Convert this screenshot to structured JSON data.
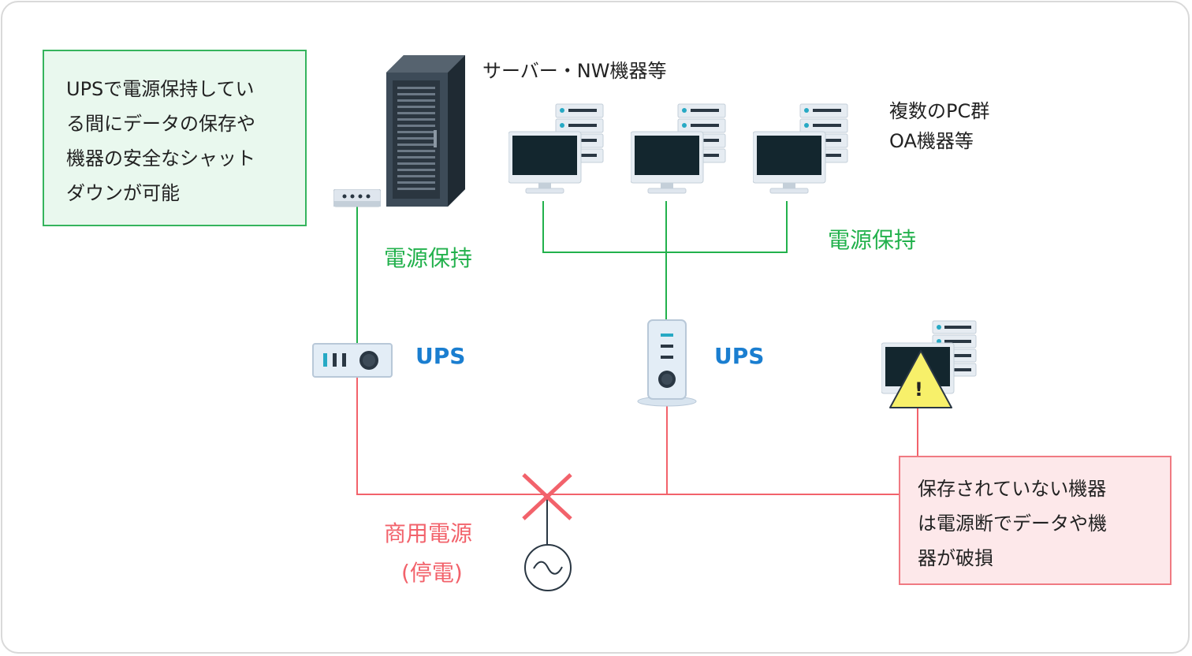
{
  "notes": {
    "ups_hold": [
      "UPSで電源保持してい",
      "る間にデータの保存や",
      "機器の安全なシャット",
      "ダウンが可能"
    ],
    "damage": [
      "保存されていない機器",
      "は電源断でデータや機",
      "器が破損"
    ]
  },
  "labels": {
    "server": "サーバー・NW機器等",
    "pcs_line1": "複数のPC群",
    "pcs_line2": "OA機器等",
    "power_hold_left": "電源保持",
    "power_hold_right": "電源保持",
    "ups_left": "UPS",
    "ups_right": "UPS",
    "commercial_power": "商用電源",
    "outage": "(停電)",
    "warning_mark": "!"
  },
  "colors": {
    "green_line": "#22b14c",
    "red_line": "#f2626b",
    "ups_blue": "#1a7ed0",
    "device_dark": "#2a3743"
  },
  "icons": [
    "server-rack-icon",
    "network-switch-icon",
    "pc-with-server-icon",
    "ups-horizontal-icon",
    "ups-tower-icon",
    "warning-triangle-icon",
    "break-x-icon",
    "ac-source-icon"
  ]
}
